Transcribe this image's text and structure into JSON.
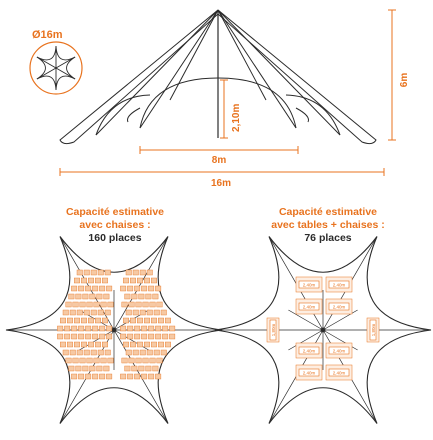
{
  "colors": {
    "accent": "#e8731f",
    "line": "#2b2b2b",
    "fill_orange": "#f6c9a4"
  },
  "top": {
    "diameter_label": "Ø16m",
    "height_label": "6m",
    "pole_label": "2,10m",
    "inner_width_label": "8m",
    "total_width_label": "16m"
  },
  "left_plan": {
    "caption_line1": "Capacité estimative",
    "caption_line2": "avec chaises :",
    "caption_line3": "160 places"
  },
  "right_plan": {
    "caption_line1": "Capacité estimative",
    "caption_line2": "avec tables + chaises :",
    "caption_line3": "76 places",
    "table_label_h": "2,40m",
    "table_label_v": "1,80m"
  }
}
